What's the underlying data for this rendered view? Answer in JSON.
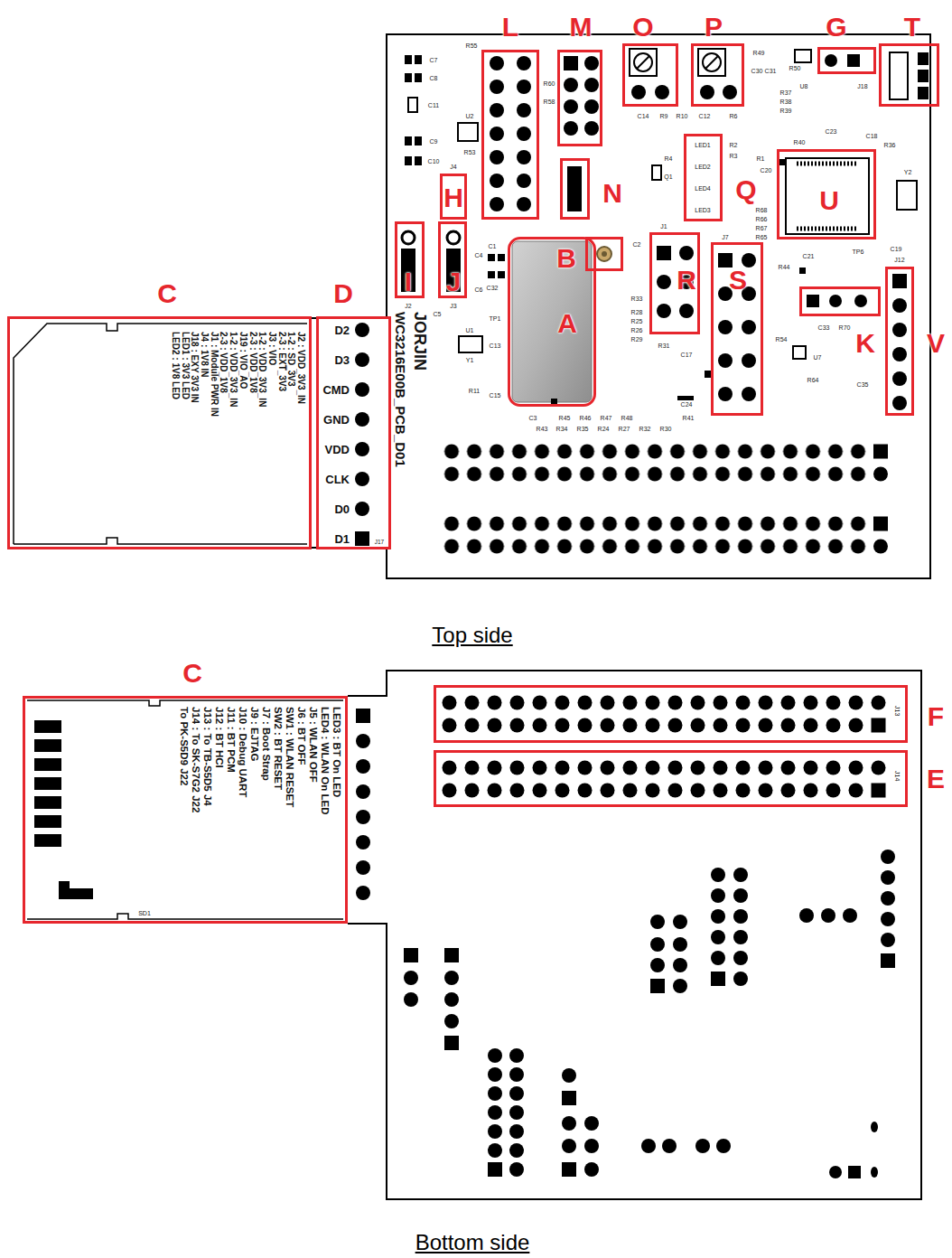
{
  "diagram": {
    "nodes": [
      {
        "text": [
          "L"
        ]
      },
      {
        "text": [
          "M"
        ]
      },
      {
        "text": [
          "O"
        ]
      },
      {
        "text": [
          "P"
        ]
      },
      {
        "text": [
          "G"
        ]
      },
      {
        "text": [
          "T"
        ]
      },
      {
        "text": [
          "H"
        ]
      },
      {
        "text": [
          "N"
        ]
      },
      {
        "text": [
          "Q",
          "LED1",
          "LED2",
          "LED4",
          "LED3"
        ]
      },
      {
        "text": [
          "U"
        ]
      },
      {
        "text": [
          "I"
        ]
      },
      {
        "text": [
          "J"
        ]
      },
      {
        "text": [
          "B"
        ]
      },
      {
        "text": [
          "A"
        ]
      },
      {
        "text": [
          "R"
        ]
      },
      {
        "text": [
          "S"
        ]
      },
      {
        "text": [
          "K"
        ]
      },
      {
        "text": [
          "V"
        ]
      },
      {
        "text": [
          "C",
          "J2 : VDD_3V3_IN",
          "1-2 : SD_3V3",
          "2-3 : EXT_3V3",
          "J3 : VIO",
          "1-2 : VDD_3V3_IN",
          "2-3 : VDD_1V8",
          "J19 : VIO_AO",
          "1-2 : VDD_3V3_IN",
          "2-3 : VDD_1V8",
          "J1 : Module PWR IN",
          "J4 : 1V8 IN",
          "J18 : EXY 3V3 IN",
          "LED1 : 3V3 LED",
          "LED2 : 1V8 LED"
        ]
      },
      {
        "text": [
          "D",
          "D2",
          "D3",
          "CMD",
          "GND",
          "VDD",
          "CLK",
          "D0",
          "D1",
          "J17"
        ]
      },
      {
        "text": [
          "C",
          "LED3 : BT On LED",
          "LED4 : WLAN On LED",
          "J5 : WLAN OFF",
          "J6 : BT OFF",
          "SW1 : WLAN RESET",
          "SW2 : BT RESET",
          "J7 : Boot Strap",
          "J9 : EJTAG",
          "J10 : Debug UART",
          "J11 : BT PCM",
          "J12 : BT HCI",
          "J13 : To TB-S5D5 J4",
          "J14 : To SK-S7G2 J22",
          "To PK-S5D9 J22",
          "SD1"
        ]
      },
      {
        "text": [
          "F",
          "J13"
        ]
      },
      {
        "text": [
          "E",
          "J14"
        ]
      }
    ],
    "labels": [
      "Top side",
      "Bottom side",
      "JORJIN",
      "WC3216E00B_PCB_D01",
      "R55",
      "C7",
      "C8",
      "C11",
      "U2",
      "C9",
      "C10",
      "R53",
      "R60",
      "R58",
      "J4",
      "J2",
      "J3",
      "C1",
      "C4",
      "C32",
      "C6",
      "C5",
      "U1",
      "TP1",
      "C13",
      "Y1",
      "R11",
      "C15",
      "C2",
      "R33",
      "R28",
      "R25",
      "R26",
      "R29",
      "C3",
      "R45",
      "R46",
      "R47",
      "R48",
      "R43",
      "R34",
      "R35",
      "R24",
      "R27",
      "R32",
      "R30",
      "C24",
      "R41",
      "J1",
      "R31",
      "C17",
      "J7",
      "R54",
      "C14",
      "R9",
      "R10",
      "C12",
      "R6",
      "R4",
      "Q1",
      "R2",
      "R3",
      "R1",
      "C20",
      "R68",
      "R66",
      "R67",
      "R65",
      "R40",
      "R36",
      "C18",
      "C23",
      "Y2",
      "C19",
      "J12",
      "TP6",
      "C21",
      "R44",
      "C33",
      "R70",
      "U7",
      "R64",
      "C35",
      "R49",
      "C30",
      "C31",
      "R50",
      "U8",
      "R37",
      "R38",
      "R39",
      "J18"
    ]
  }
}
